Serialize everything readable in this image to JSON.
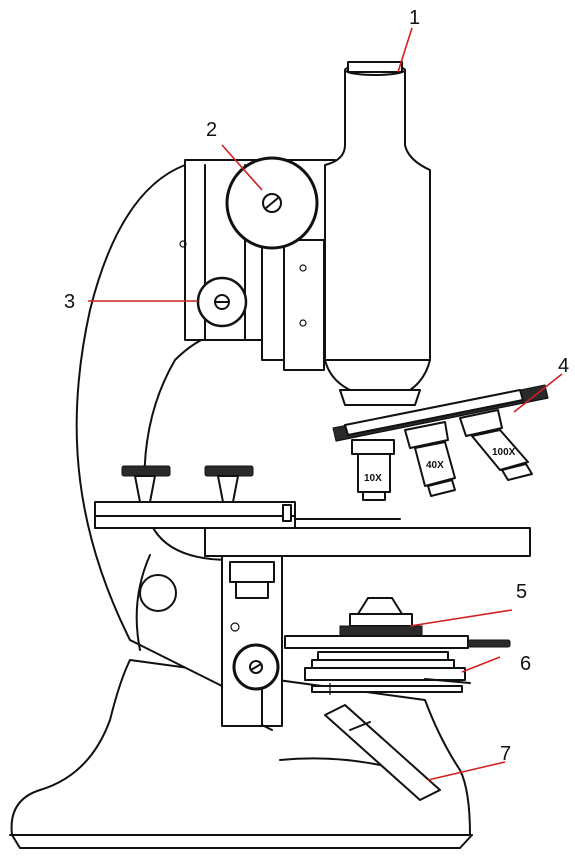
{
  "callouts": [
    {
      "id": "1",
      "label": "1"
    },
    {
      "id": "2",
      "label": "2"
    },
    {
      "id": "3",
      "label": "3"
    },
    {
      "id": "4",
      "label": "4"
    },
    {
      "id": "5",
      "label": "5"
    },
    {
      "id": "6",
      "label": "6"
    },
    {
      "id": "7",
      "label": "7"
    }
  ],
  "objectives": [
    {
      "label": "10X"
    },
    {
      "label": "40X"
    },
    {
      "label": "100X"
    }
  ],
  "colors": {
    "callout_line": "#d21f1f",
    "outline": "#111111"
  }
}
